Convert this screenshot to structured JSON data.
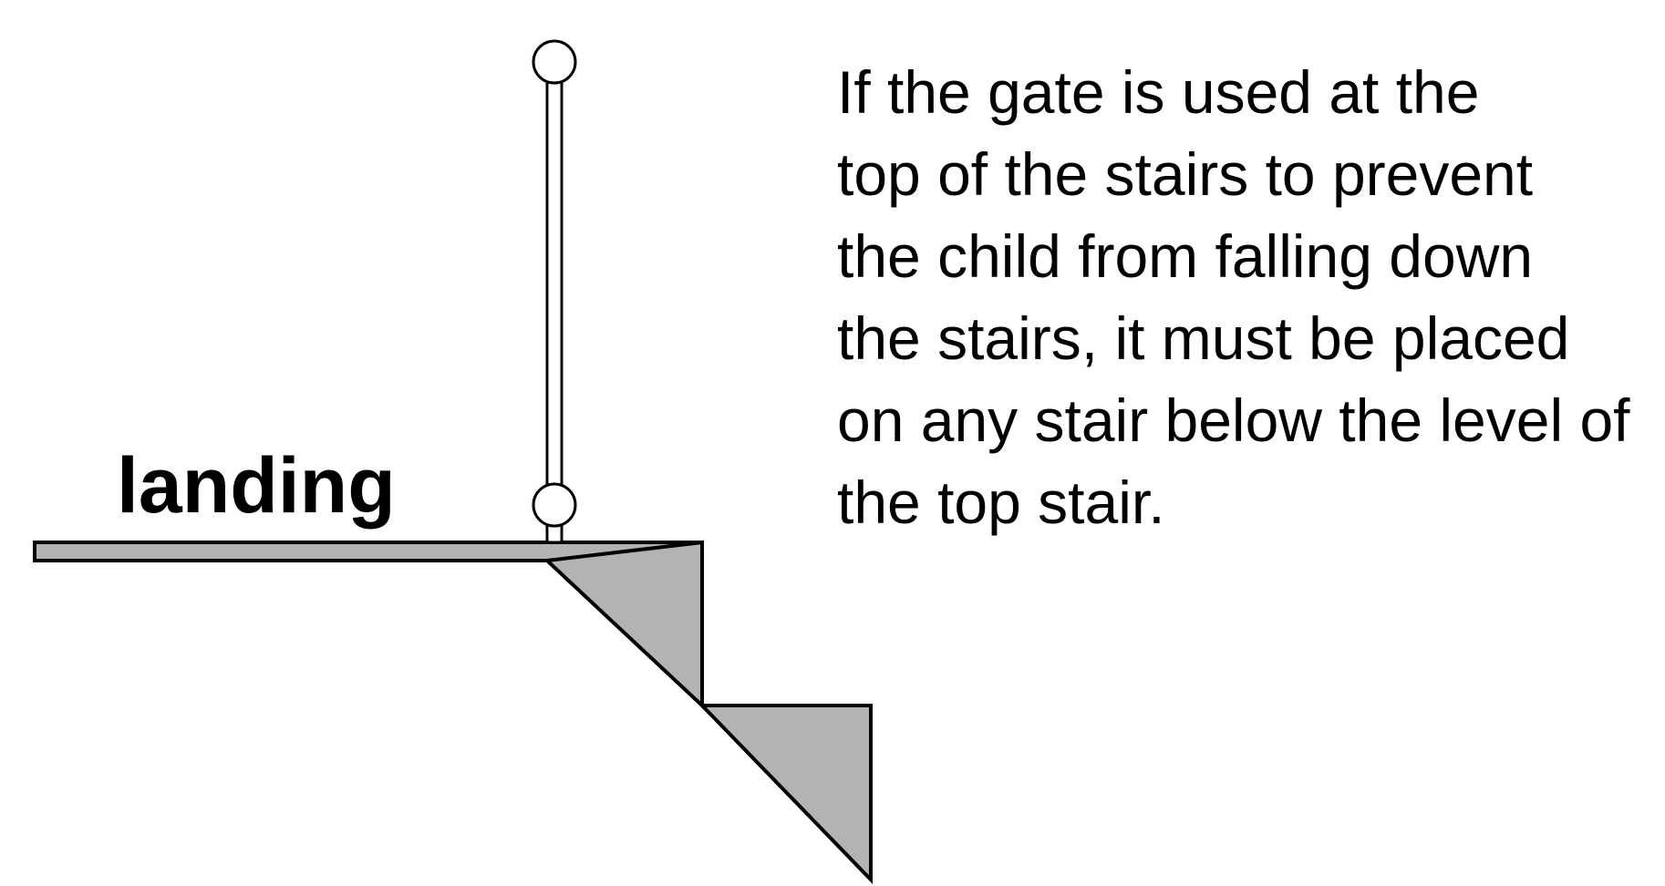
{
  "diagram": {
    "landing_label": "landing",
    "instruction_lines": [
      "If the gate is used at the",
      "top of the stairs to prevent",
      "the child from falling down",
      "the stairs, it must be placed",
      "on any stair below the level of",
      "the top stair."
    ],
    "colors": {
      "stair_fill": "#b3b3b3",
      "outline": "#000000",
      "background": "#ffffff",
      "text": "#000000"
    },
    "icons": {
      "gate": "gate-post-icon",
      "stairs": "stairs-icon"
    }
  }
}
